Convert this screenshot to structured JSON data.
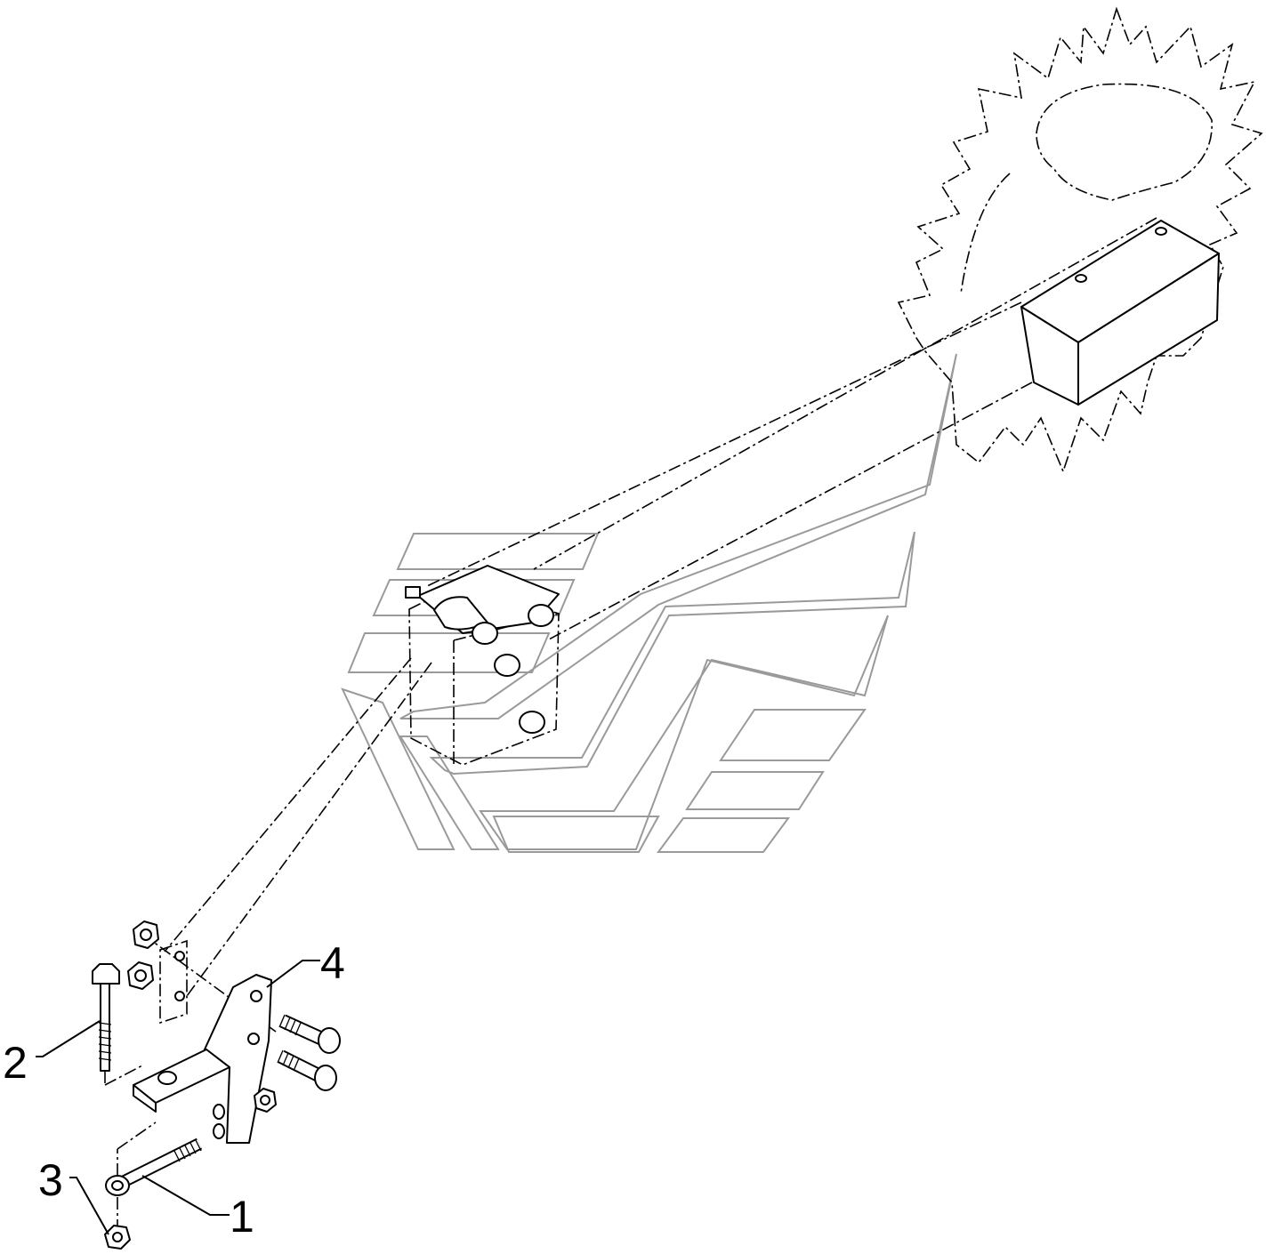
{
  "callouts": [
    {
      "id": "1",
      "label": "1"
    },
    {
      "id": "2",
      "label": "2"
    },
    {
      "id": "3",
      "label": "3"
    },
    {
      "id": "4",
      "label": "4"
    }
  ],
  "colors": {
    "line": "#000000",
    "watermark": "#9a9a9a",
    "background": "#ffffff"
  }
}
